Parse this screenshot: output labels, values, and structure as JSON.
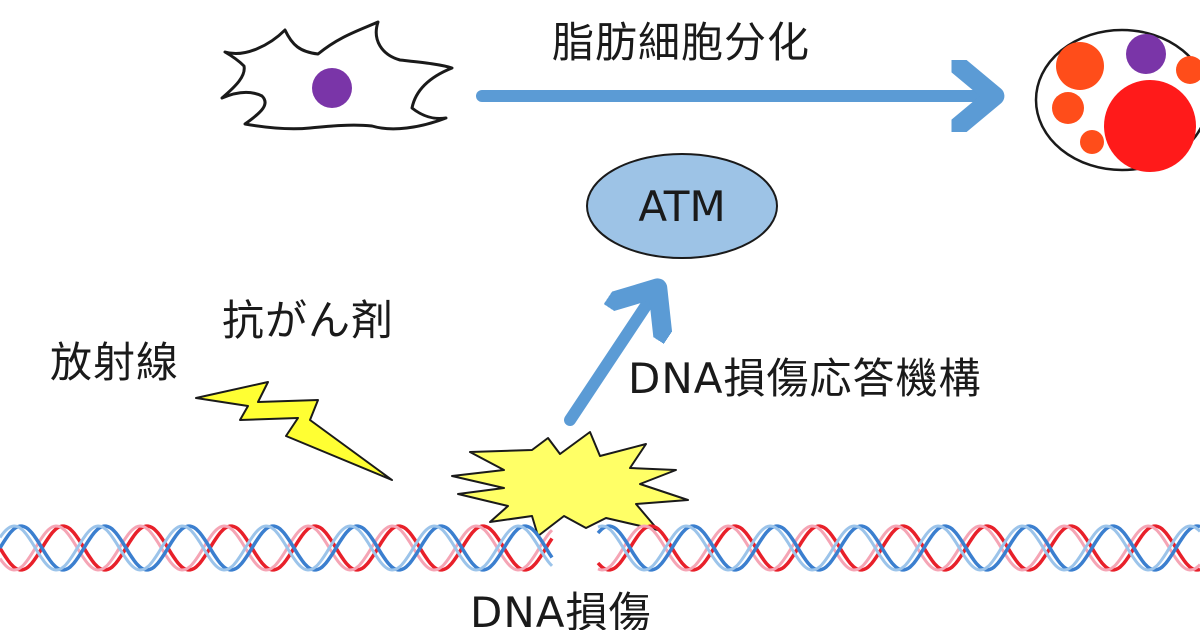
{
  "labels": {
    "adipocyte_differentiation": "脂肪細胞分化",
    "atm": "ATM",
    "anticancer_drug": "抗がん剤",
    "radiation": "放射線",
    "dna_damage_response": "DNA損傷応答機構",
    "dna_damage": "DNA損傷"
  },
  "colors": {
    "arrow": "#5b9bd5",
    "nucleus": "#7a35a8",
    "atm_fill": "#9dc3e6",
    "lipid_red": "#ff1a1a",
    "lipid_orange": "#ff4d1a",
    "bolt": "#ffff33",
    "burst": "#ffff66",
    "dna_red": "#e8202a",
    "dna_pink": "#f5a5b5",
    "dna_blue": "#3b7fcf",
    "dna_lightblue": "#9cc4ea"
  },
  "icons": {
    "stem_cell": "mesenchymal-cell-icon",
    "fat_cell": "adipocyte-icon",
    "radiation_symbol": "lightning-bolt-icon",
    "damage_symbol": "explosion-burst-icon",
    "dna_strand": "dna-double-helix-icon"
  }
}
